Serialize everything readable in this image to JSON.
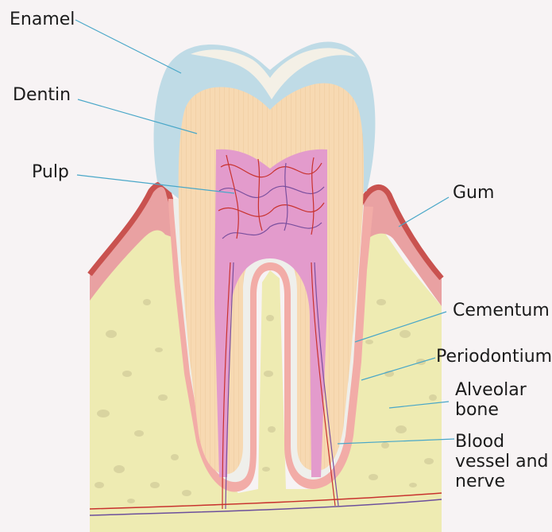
{
  "labels": {
    "enamel": "Enamel",
    "dentin": "Dentin",
    "pulp": "Pulp",
    "gum": "Gum",
    "cementum": "Cementum",
    "periodontium": "Periodontium",
    "alveolar_bone": [
      "Alveolar",
      "bone"
    ],
    "blood_vessel_nerve": [
      "Blood",
      "vessel and",
      "nerve"
    ]
  },
  "colors": {
    "background": "#f7f3f4",
    "enamel": "#bcdbe6",
    "dentin": "#f7d8b0",
    "pulp": "#e39acb",
    "blood_vessel": "#c8322e",
    "nerve": "#6c4f9c",
    "gum": "#e8a0a0",
    "gum_edge": "#c8524e",
    "bone": "#eeeab0",
    "cementum": "#eeeeea",
    "periodontium": "#f1aaa6",
    "leader_line": "#4aa8c8"
  }
}
